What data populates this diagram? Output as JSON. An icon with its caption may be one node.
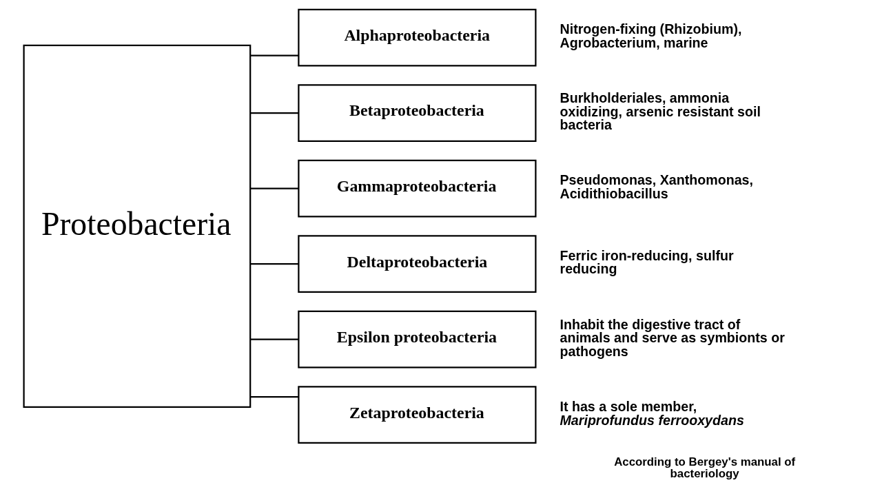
{
  "diagram": {
    "nodes": [
      {
        "text": [
          "Proteobacteria"
        ]
      },
      {
        "text": [
          "Alphaproteobacteria"
        ],
        "beside": [
          "Nitrogen-fixing (Rhizobium), Agrobacterium, marine"
        ]
      },
      {
        "text": [
          "Betaproteobacteria"
        ],
        "beside": [
          "Burkholderiales, ammonia oxidizing, arsenic resistant soil bacteria"
        ]
      },
      {
        "text": [
          "Gammaproteobacteria"
        ],
        "beside": [
          "Pseudomonas, Xanthomonas, Acidithiobacillus"
        ]
      },
      {
        "text": [
          "Deltaproteobacteria"
        ],
        "beside": [
          "Ferric iron-reducing, sulfur reducing"
        ]
      },
      {
        "text": [
          "Epsilon proteobacteria"
        ],
        "beside": [
          "Inhabit the digestive tract of animals and serve as symbionts or pathogens"
        ]
      },
      {
        "text": [
          "Zetaproteobacteria"
        ],
        "beside": [
          "It has a sole member, *Mariprofundus ferrooxydans*"
        ]
      }
    ],
    "edges": [
      {
        "from": 0,
        "to": 1,
        "arrow": "none"
      },
      {
        "from": 0,
        "to": 2,
        "arrow": "none"
      },
      {
        "from": 0,
        "to": 3,
        "arrow": "none"
      },
      {
        "from": 0,
        "to": 4,
        "arrow": "none"
      },
      {
        "from": 0,
        "to": 5,
        "arrow": "none"
      },
      {
        "from": 0,
        "to": 6,
        "arrow": "none"
      }
    ],
    "labels": [
      "According to Bergey's manual of bacteriology"
    ]
  }
}
